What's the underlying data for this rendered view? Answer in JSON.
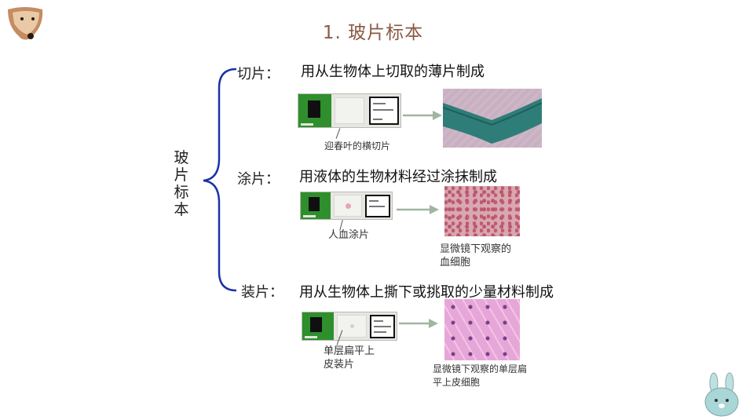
{
  "title": "1.   玻片标本",
  "main_label": "玻\n片\n标\n本",
  "categories": [
    {
      "name": "切片：",
      "description": "用从生物体上切取的薄片制成",
      "slide_caption": "迎春叶的横切片",
      "micro_caption": ""
    },
    {
      "name": "涂片：",
      "description": "用液体的生物材料经过涂抹制成",
      "slide_caption": "人血涂片",
      "micro_caption": "显微镜下观察的\n血细胞"
    },
    {
      "name": "装片：",
      "description": "用从生物体上撕下或挑取的少量材料制成",
      "slide_caption": "单层扁平上\n皮装片",
      "micro_caption": "显微镜下观察的单层扁\n平上皮细胞"
    }
  ],
  "colors": {
    "title": "#8a5a44",
    "brace": "#1a33a8",
    "arrow": "#9fb6a0"
  }
}
